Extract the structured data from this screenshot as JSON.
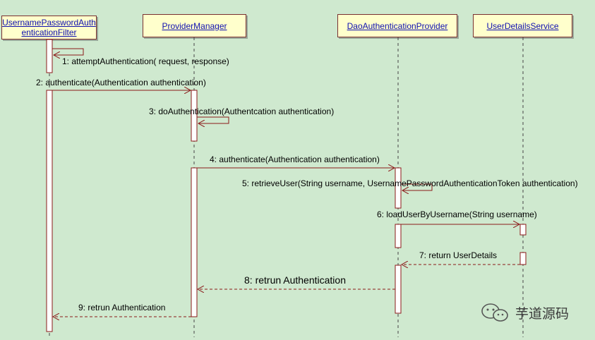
{
  "lifelines": [
    {
      "id": "filter",
      "label_line1": "UsernamePasswordAuth",
      "label_line2": "enticationFilter"
    },
    {
      "id": "manager",
      "label": "ProviderManager"
    },
    {
      "id": "dao",
      "label": "DaoAuthenticationProvider"
    },
    {
      "id": "uds",
      "label": "UserDetailsService"
    }
  ],
  "messages": [
    {
      "id": "m1",
      "label": "1: attemptAuthentication( request,  response)",
      "kind": "self"
    },
    {
      "id": "m2",
      "label": "2: authenticate(Authentication authentication)",
      "kind": "call"
    },
    {
      "id": "m3",
      "label": "3: doAuthentication(Authentcation authentication)",
      "kind": "self"
    },
    {
      "id": "m4",
      "label": "4: authenticate(Authentication authentication)",
      "kind": "call"
    },
    {
      "id": "m5",
      "label": "5: retrieveUser(String username, UsernamePasswordAuthenticationToken authentication)",
      "kind": "self"
    },
    {
      "id": "m6",
      "label": "6: loadUserByUsername(String username)",
      "kind": "call"
    },
    {
      "id": "m7",
      "label": "7: return   UserDetails",
      "kind": "return"
    },
    {
      "id": "m8",
      "label": "8: retrun Authentication",
      "kind": "return"
    },
    {
      "id": "m9",
      "label": "9: retrun Authentication",
      "kind": "return"
    }
  ],
  "watermark": {
    "text": "芋道源码",
    "icon": "wechat-icon"
  },
  "colors": {
    "background": "#cfe9cf",
    "line": "#8b1a1a",
    "box_fill": "#ffffcc",
    "label_text": "#1010b0"
  }
}
